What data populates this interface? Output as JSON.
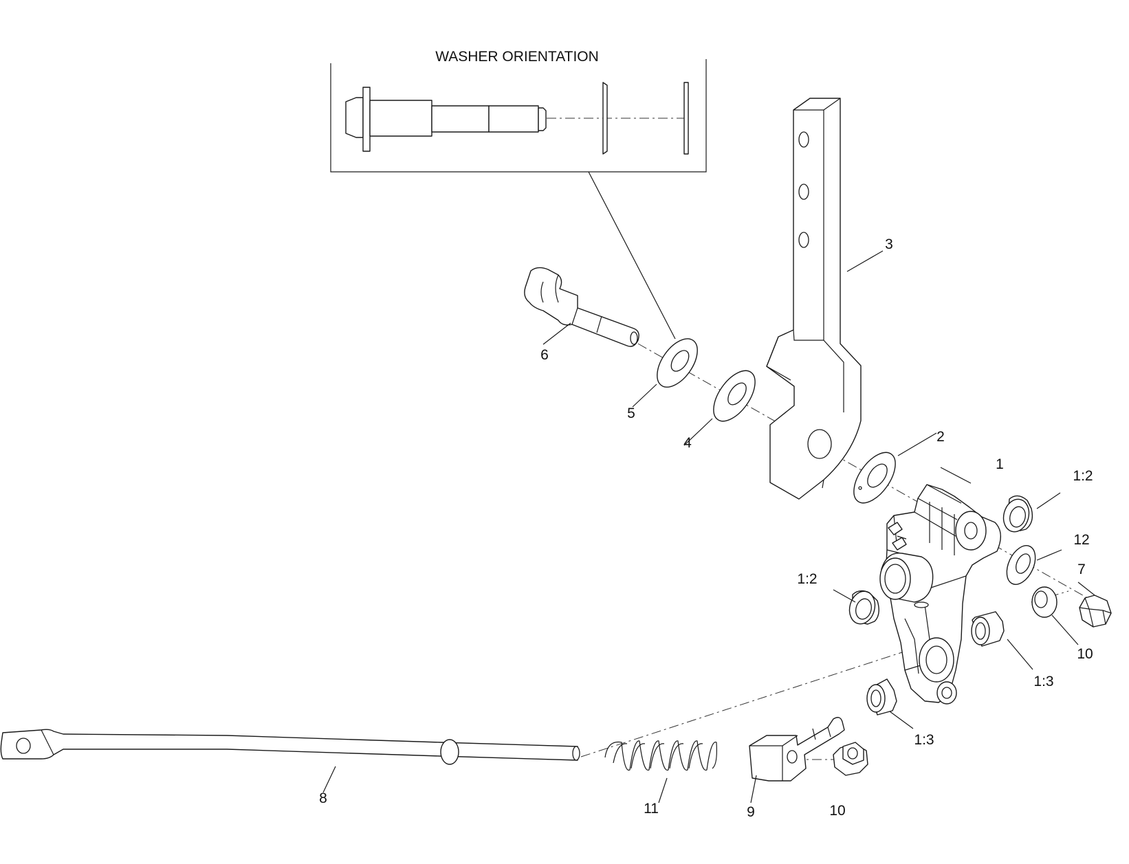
{
  "inset": {
    "title": "WASHER ORIENTATION"
  },
  "callouts": {
    "c1": "1",
    "c2": "2",
    "c3": "3",
    "c4": "4",
    "c5": "5",
    "c6": "6",
    "c7": "7",
    "c8": "8",
    "c9": "9",
    "c10a": "10",
    "c10b": "10",
    "c11": "11",
    "c12": "12",
    "c1_2a": "1:2",
    "c1_2b": "1:2",
    "c1_3a": "1:3",
    "c1_3b": "1:3"
  }
}
